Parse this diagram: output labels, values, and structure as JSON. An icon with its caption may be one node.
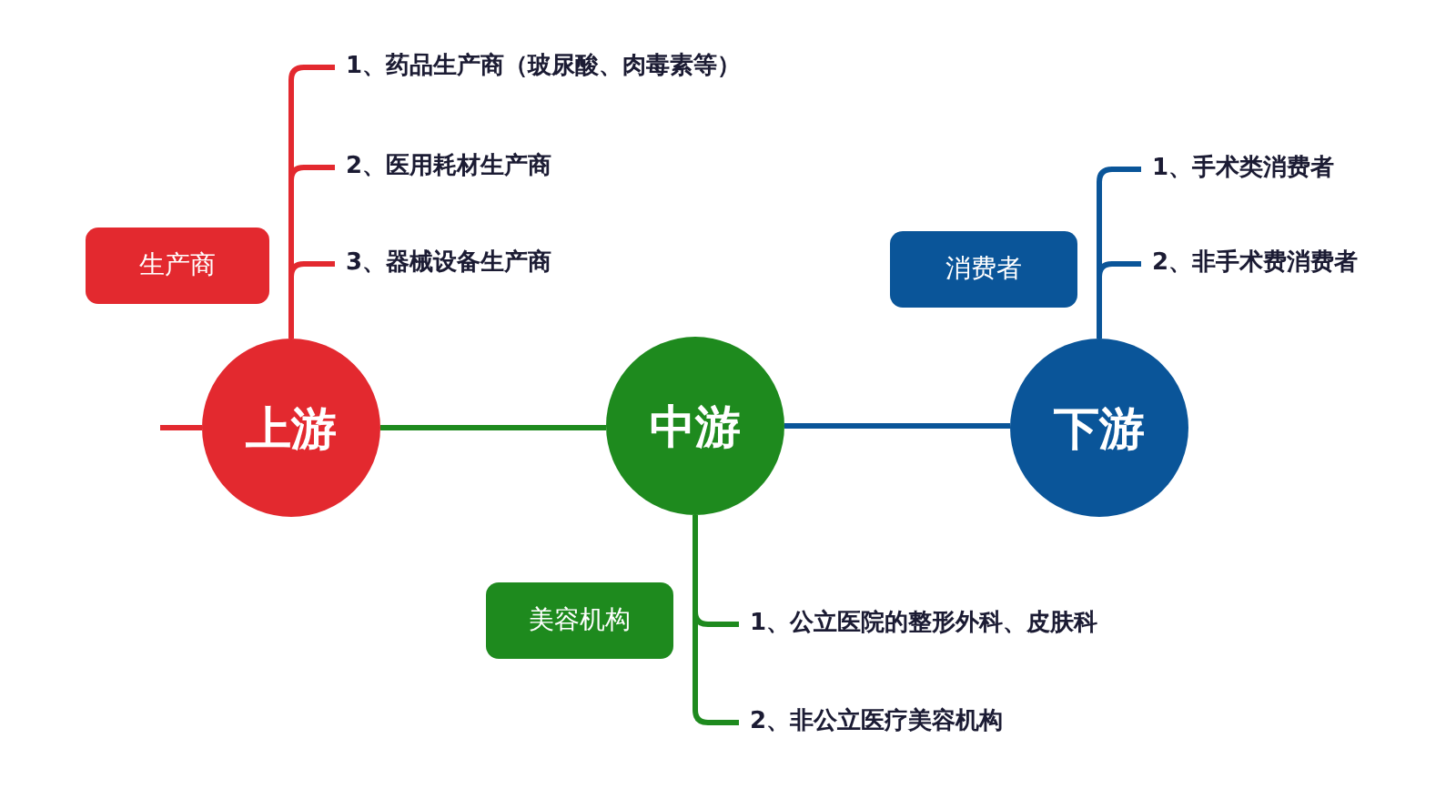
{
  "diagram": {
    "nodes": [
      {
        "text": [
          "上游"
        ]
      },
      {
        "text": [
          "中游"
        ]
      },
      {
        "text": [
          "下游"
        ]
      },
      {
        "text": [
          "生产商"
        ]
      },
      {
        "text": [
          "1、药品生产商（玻尿酸、肉毒素等）"
        ]
      },
      {
        "text": [
          "2、医用耗材生产商"
        ]
      },
      {
        "text": [
          "3、器械设备生产商"
        ]
      },
      {
        "text": [
          "消费者"
        ]
      },
      {
        "text": [
          "1、手术类消费者"
        ]
      },
      {
        "text": [
          "2、非手术费消费者"
        ]
      },
      {
        "text": [
          "美容机构"
        ]
      },
      {
        "text": [
          "1、公立医院的整形外科、皮肤科"
        ]
      },
      {
        "text": [
          "2、非公立医疗美容机构"
        ]
      }
    ],
    "edges": [
      {
        "from": null,
        "to": 0,
        "arrow": "none",
        "color": "#e3292f"
      },
      {
        "from": 0,
        "to": 1,
        "arrow": "none",
        "color": "#1e8a1e"
      },
      {
        "from": 1,
        "to": 2,
        "arrow": "none",
        "color": "#0a5599"
      },
      {
        "from": 0,
        "to": 4,
        "arrow": "none",
        "color": "#e3292f"
      },
      {
        "from": 0,
        "to": 5,
        "arrow": "none",
        "color": "#e3292f"
      },
      {
        "from": 0,
        "to": 6,
        "arrow": "none",
        "color": "#e3292f"
      },
      {
        "from": 2,
        "to": 8,
        "arrow": "none",
        "color": "#0a5599"
      },
      {
        "from": 2,
        "to": 9,
        "arrow": "none",
        "color": "#0a5599"
      },
      {
        "from": 1,
        "to": 11,
        "arrow": "none",
        "color": "#1e8a1e"
      },
      {
        "from": 1,
        "to": 12,
        "arrow": "none",
        "color": "#1e8a1e"
      }
    ]
  }
}
